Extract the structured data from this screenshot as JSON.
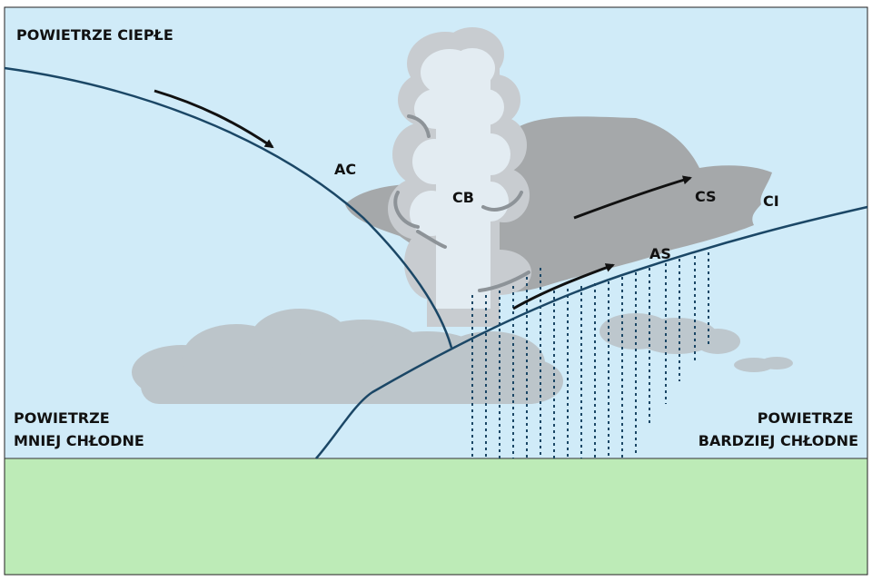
{
  "air_masses": {
    "warm": "POWIETRZE CIEPŁE",
    "less_cold_line1": "POWIETRZE",
    "less_cold_line2": "MNIEJ CHŁODNE",
    "more_cold_line1": "POWIETRZE",
    "more_cold_line2": "BARDZIEJ CHŁODNE"
  },
  "clouds": {
    "ac": "AC",
    "cb": "CB",
    "cs": "CS",
    "ci": "CI",
    "as": "AS"
  },
  "colors": {
    "sky": "#d0ebf8",
    "ground": "#bdebb7",
    "front_line": "#1b4766",
    "cloud_dark": "#a9a9a9",
    "cloud_light": "#e6eef3",
    "rain": "#1b4766",
    "arrow": "#111111"
  }
}
